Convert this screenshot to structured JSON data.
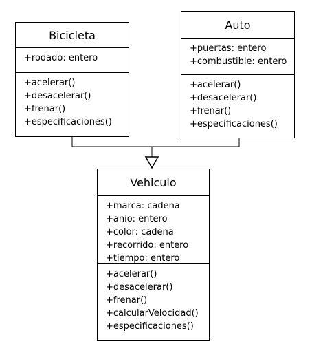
{
  "classes": {
    "bicicleta": {
      "name": "Bicicleta",
      "attributes": [
        "+rodado: entero"
      ],
      "methods": [
        "+acelerar()",
        "+desacelerar()",
        "+frenar()",
        "+especificaciones()"
      ]
    },
    "auto": {
      "name": "Auto",
      "attributes": [
        "+puertas: entero",
        "+combustible: entero"
      ],
      "methods": [
        "+acelerar()",
        "+desacelerar()",
        "+frenar()",
        "+especificaciones()"
      ]
    },
    "vehiculo": {
      "name": "Vehiculo",
      "attributes": [
        "+marca: cadena",
        "+anio: entero",
        "+color: cadena",
        "+recorrido: entero",
        "+tiempo: entero"
      ],
      "methods": [
        "+acelerar()",
        "+desacelerar()",
        "+frenar()",
        "+calcularVelocidad()",
        "+especificaciones()"
      ]
    }
  },
  "relationships": [
    {
      "type": "generalization",
      "from": "Bicicleta",
      "to": "Vehiculo"
    },
    {
      "type": "generalization",
      "from": "Auto",
      "to": "Vehiculo"
    }
  ],
  "colors": {
    "stroke": "#000000",
    "fill": "#ffffff",
    "background": "#ffffff"
  }
}
